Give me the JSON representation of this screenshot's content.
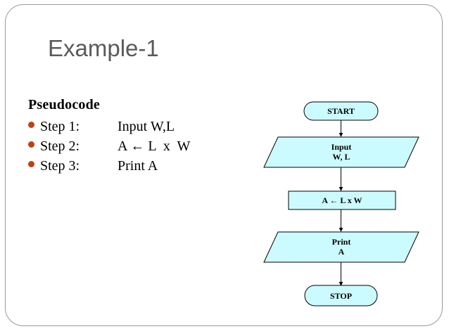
{
  "slide": {
    "title": "Example-1",
    "frame_color": "#9a9a9a",
    "title_color": "#5a5a5a",
    "background": "#ffffff"
  },
  "pseudocode": {
    "heading": "Pseudocode",
    "bullet_color": "#c0410f",
    "steps": [
      {
        "label": "Step 1:",
        "body": "Input W,L"
      },
      {
        "label": "Step 2:",
        "body": "A ← L  x  W"
      },
      {
        "label": "Step 3:",
        "body": "Print A"
      }
    ]
  },
  "flowchart": {
    "fill_color": "#ccfbff",
    "stroke_color": "#000000",
    "nodes": [
      {
        "id": "start",
        "shape": "terminator",
        "text": "START"
      },
      {
        "id": "input",
        "shape": "parallelogram",
        "line1": "Input",
        "line2": "W, L"
      },
      {
        "id": "process",
        "shape": "rectangle",
        "text": "A ← L x W"
      },
      {
        "id": "print",
        "shape": "parallelogram",
        "line1": "Print",
        "line2": "A"
      },
      {
        "id": "stop",
        "shape": "terminator",
        "text": "STOP"
      }
    ],
    "connectors": [
      {
        "from": "start",
        "to": "input"
      },
      {
        "from": "input",
        "to": "process"
      },
      {
        "from": "process",
        "to": "print"
      },
      {
        "from": "print",
        "to": "stop"
      }
    ]
  }
}
